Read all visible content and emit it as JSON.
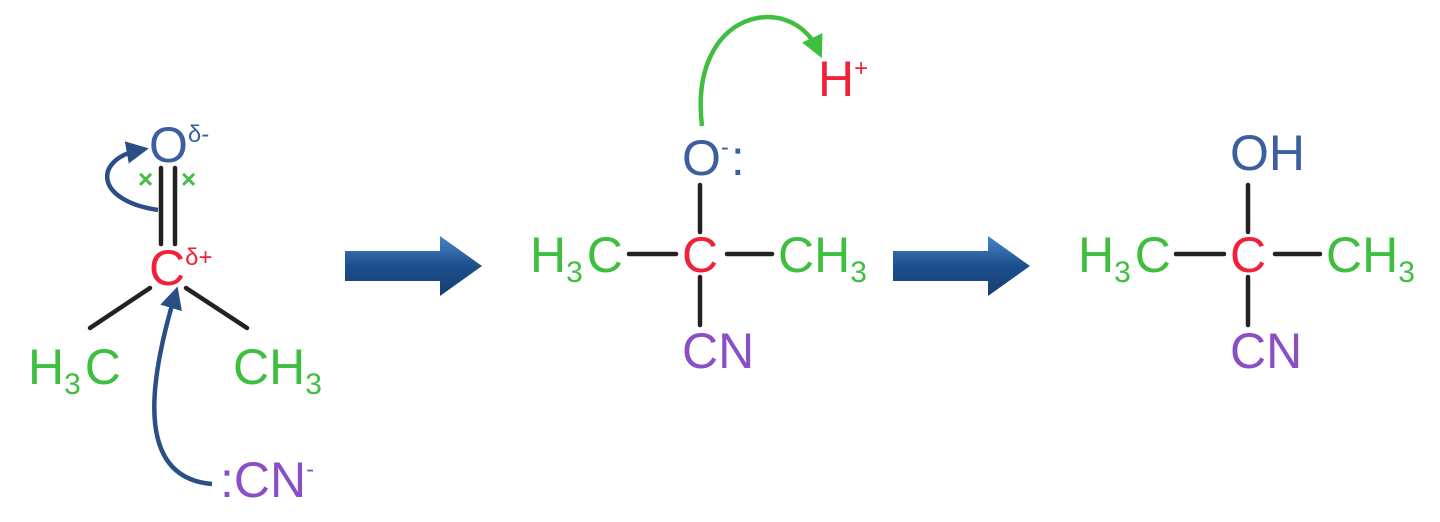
{
  "colors": {
    "carbon": "#f0223a",
    "methyl": "#3fbf3f",
    "oxygen": "#3b5fa0",
    "nitrile": "#8a4fc4",
    "proton": "#f0223a",
    "bond": "#222222",
    "curly_arrow_blue": "#2a4f86",
    "curly_arrow_green": "#3fbf3f",
    "reaction_arrow": "#1d4f8c",
    "lone_pair_cross": "#3fbf3f"
  },
  "icons": {
    "reaction_arrow": "block-arrow-right",
    "curly_arrow": "curved-electron-arrow",
    "electron_dot": "cross-electron"
  },
  "step1": {
    "oxygen": {
      "symbol": "O",
      "charge": "δ-"
    },
    "carbon": {
      "symbol": "C",
      "charge": "δ+"
    },
    "left_methyl": {
      "main": "H",
      "sub": "3",
      "tail": "C"
    },
    "right_methyl": {
      "main": "CH",
      "sub": "3"
    },
    "lone_pair_left": "×",
    "lone_pair_right": "×",
    "nucleophile": {
      "prefix": ":",
      "symbol": "CN",
      "charge": "-"
    }
  },
  "step2": {
    "oxygen": {
      "symbol": "O",
      "charge": "-",
      "lone_pair": ":"
    },
    "proton": {
      "symbol": "H",
      "charge": "+"
    },
    "carbon": {
      "symbol": "C"
    },
    "left_methyl": {
      "main": "H",
      "sub": "3",
      "tail": "C"
    },
    "right_methyl": {
      "main": "CH",
      "sub": "3"
    },
    "nitrile": {
      "symbol": "CN"
    }
  },
  "step3": {
    "hydroxyl": {
      "symbol": "OH"
    },
    "carbon": {
      "symbol": "C"
    },
    "left_methyl": {
      "main": "H",
      "sub": "3",
      "tail": "C"
    },
    "right_methyl": {
      "main": "CH",
      "sub": "3"
    },
    "nitrile": {
      "symbol": "CN"
    }
  }
}
